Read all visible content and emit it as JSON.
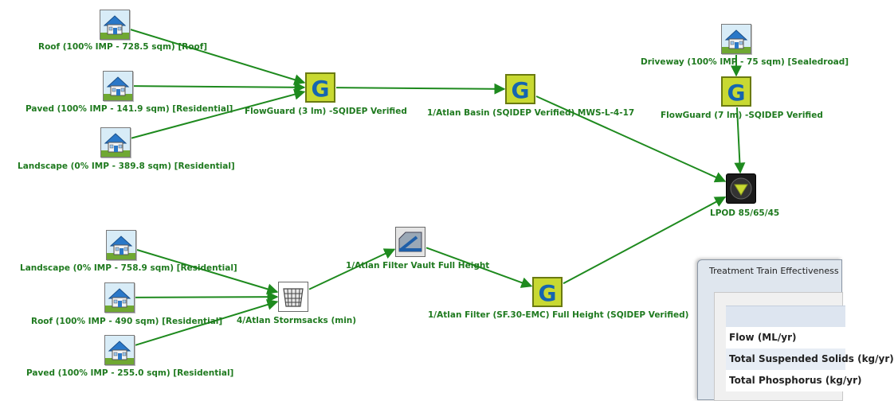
{
  "nodes": {
    "roof_1": {
      "label": "Roof (100% IMP - 728.5 sqm) [Roof]",
      "icon": "house-icon"
    },
    "paved_1": {
      "label": "Paved (100% IMP - 141.9 sqm) [Residential]",
      "icon": "house-icon"
    },
    "landscape_1": {
      "label": "Landscape (0% IMP - 389.8 sqm) [Residential]",
      "icon": "house-icon"
    },
    "flowguard_3": {
      "label": "FlowGuard (3 lm) -SQIDEP Verified",
      "icon": "g-treatment-icon"
    },
    "atlan_basin": {
      "label": "1/Atlan Basin (SQIDEP Verified) MWS-L-4-17",
      "icon": "g-treatment-icon"
    },
    "driveway": {
      "label": "Driveway (100% IMP - 75 sqm) [Sealedroad]",
      "icon": "house-icon"
    },
    "flowguard_7": {
      "label": "FlowGuard (7 lm) -SQIDEP Verified",
      "icon": "g-treatment-icon"
    },
    "lpod": {
      "label": "LPOD 85/65/45",
      "icon": "outlet-icon"
    },
    "landscape_2": {
      "label": "Landscape (0% IMP - 758.9 sqm) [Residential]",
      "icon": "house-icon"
    },
    "roof_2": {
      "label": "Roof (100% IMP - 490 sqm) [Residential]",
      "icon": "house-icon"
    },
    "paved_2": {
      "label": "Paved (100% IMP - 255.0 sqm) [Residential]",
      "icon": "house-icon"
    },
    "stormsacks": {
      "label": "4/Atlan Stormsacks (min)",
      "icon": "stormsack-icon"
    },
    "filter_vault": {
      "label": "1/Atlan Filter Vault Full Height",
      "icon": "filter-vault-icon"
    },
    "atlan_filter": {
      "label": "1/Atlan Filter (SF.30-EMC) Full Height (SQIDEP Verified)",
      "icon": "g-treatment-icon"
    }
  },
  "edges": [
    [
      "roof_1",
      "flowguard_3"
    ],
    [
      "paved_1",
      "flowguard_3"
    ],
    [
      "landscape_1",
      "flowguard_3"
    ],
    [
      "flowguard_3",
      "atlan_basin"
    ],
    [
      "atlan_basin",
      "lpod"
    ],
    [
      "driveway",
      "flowguard_7"
    ],
    [
      "flowguard_7",
      "lpod"
    ],
    [
      "landscape_2",
      "stormsacks"
    ],
    [
      "roof_2",
      "stormsacks"
    ],
    [
      "paved_2",
      "stormsacks"
    ],
    [
      "stormsacks",
      "filter_vault"
    ],
    [
      "filter_vault",
      "atlan_filter"
    ],
    [
      "atlan_filter",
      "lpod"
    ]
  ],
  "colors": {
    "edge": "#1e8a1e",
    "label": "#1f7a1f",
    "g_fill": "#c8d932",
    "g_letter": "#1565b0"
  },
  "dialog": {
    "title": "Treatment Train Effectiveness",
    "rows": [
      "Flow (ML/yr)",
      "Total Suspended Solids (kg/yr)",
      "Total Phosphorus (kg/yr)"
    ]
  }
}
